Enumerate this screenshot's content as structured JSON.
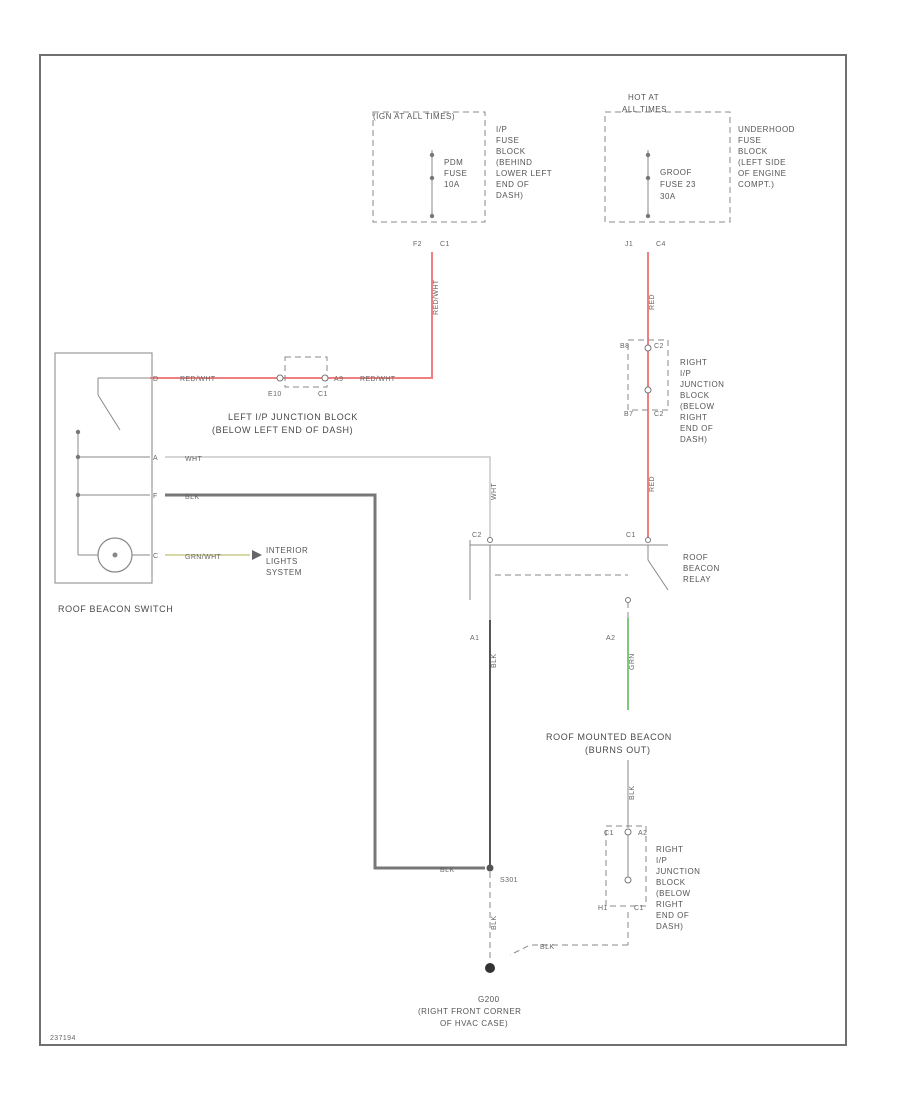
{
  "fuse_block_left": {
    "header": "(IGN AT ALL TIMES)",
    "fuse_label": [
      "PDM",
      "FUSE",
      "10A"
    ],
    "location": [
      "I/P",
      "FUSE",
      "BLOCK",
      "(BEHIND",
      "LOWER LEFT",
      "END OF",
      "DASH)"
    ],
    "pins": [
      "F2",
      "C1"
    ]
  },
  "fuse_block_right": {
    "header": [
      "HOT AT",
      "ALL TIMES"
    ],
    "fuse_label": [
      "GROOF",
      "FUSE 23",
      "30A"
    ],
    "location": [
      "UNDERHOOD",
      "FUSE",
      "BLOCK",
      "(LEFT SIDE",
      "OF ENGINE",
      "COMPT.)"
    ],
    "pins": [
      "J1",
      "C4"
    ]
  },
  "junction_right_upper": {
    "location": [
      "RIGHT",
      "I/P",
      "JUNCTION",
      "BLOCK",
      "(BELOW",
      "RIGHT",
      "END OF",
      "DASH)"
    ],
    "pins_top": [
      "B8",
      "C2"
    ],
    "pins_bottom": [
      "B7",
      "C2"
    ]
  },
  "left_junction": {
    "label_1": "LEFT I/P JUNCTION BLOCK",
    "label_2": "(BELOW LEFT END OF DASH)",
    "pins": [
      "E10",
      "C1",
      "A9"
    ]
  },
  "roof_beacon_switch": {
    "label": "ROOF BEACON SWITCH",
    "pins": [
      "D",
      "A",
      "F",
      "C"
    ]
  },
  "interior_lights": [
    "INTERIOR",
    "LIGHTS",
    "SYSTEM"
  ],
  "relay": {
    "label": [
      "ROOF",
      "BEACON",
      "RELAY"
    ],
    "pins": [
      "C2",
      "C1",
      "A1",
      "A2"
    ]
  },
  "beacon": {
    "label_1": "ROOF MOUNTED BEACON",
    "label_2": "(BURNS OUT)"
  },
  "junction_right_lower": {
    "location": [
      "RIGHT",
      "I/P",
      "JUNCTION",
      "BLOCK",
      "(BELOW",
      "RIGHT",
      "END OF",
      "DASH)"
    ],
    "pins_top": [
      "C1",
      "A2"
    ],
    "pins_bottom": [
      "H1",
      "C1"
    ]
  },
  "splice": "S301",
  "ground": {
    "id": "G200",
    "location_1": "(RIGHT FRONT CORNER",
    "location_2": "OF HVAC CASE)"
  },
  "wires": {
    "red_wht": "RED/WHT",
    "red": "RED",
    "wht": "WHT",
    "blk": "BLK",
    "grn_wht": "GRN/WHT",
    "grn": "GRN"
  },
  "ref_id": "237194",
  "colors": {
    "power_wire": "#f08080",
    "signal_wire": "#7ec87e",
    "ground_wire": "#777777"
  }
}
